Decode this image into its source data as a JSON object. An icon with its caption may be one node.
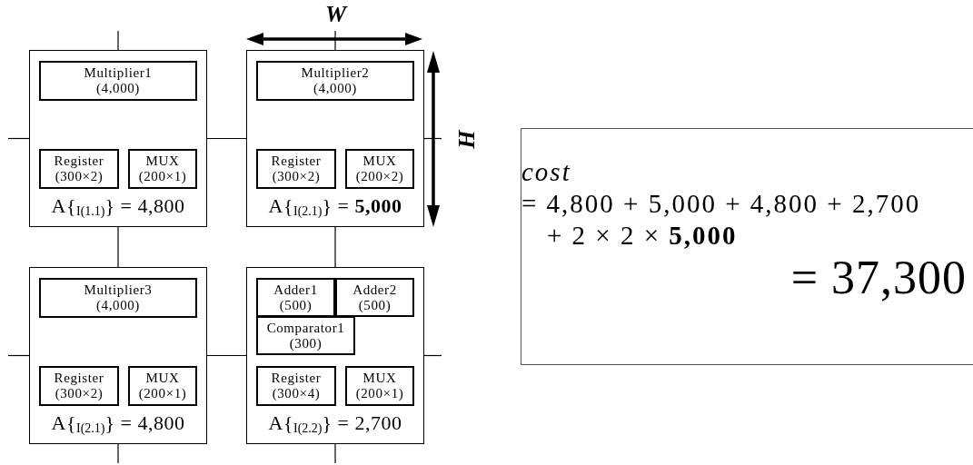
{
  "diagram": {
    "nodes": [
      {
        "text": [
          "A{$_{I(1.1)}$} = 4,800"
        ]
      },
      {
        "text": [
          "Multiplier1",
          "(4,000)"
        ],
        "in": 0
      },
      {
        "text": [
          "Register",
          "(300×2)"
        ],
        "in": 0
      },
      {
        "text": [
          "MUX",
          "(200×1)"
        ],
        "in": 0
      },
      {
        "text": [
          "A{$_{I(2.1)}$} = **5,000**"
        ]
      },
      {
        "text": [
          "Multiplier2",
          "(4,000)"
        ],
        "in": 4
      },
      {
        "text": [
          "Register",
          "(300×2)"
        ],
        "in": 4
      },
      {
        "text": [
          "MUX",
          "(200×2)"
        ],
        "in": 4
      },
      {
        "text": [
          "A{$_{I(2.1)}$} = 4,800"
        ]
      },
      {
        "text": [
          "Multiplier3",
          "(4,000)"
        ],
        "in": 8
      },
      {
        "text": [
          "Register",
          "(300×2)"
        ],
        "in": 8
      },
      {
        "text": [
          "MUX",
          "(200×1)"
        ],
        "in": 8
      },
      {
        "text": [
          "A{$_{I(2.2)}$} = 2,700"
        ]
      },
      {
        "text": [
          "Adder1",
          "(500)"
        ],
        "in": 12
      },
      {
        "text": [
          "Adder2",
          "(500)"
        ],
        "in": 12
      },
      {
        "text": [
          "Comparator1",
          "(300)"
        ],
        "in": 12
      },
      {
        "text": [
          "Register",
          "(300×4)"
        ],
        "in": 12
      },
      {
        "text": [
          "MUX",
          "(200×1)"
        ],
        "in": 12
      },
      {
        "text": [
          "cost",
          "= 4,800 + 5,000 + 4,800 + 2,700",
          "+ 2 × 2 × **5,000**",
          "= 37,300"
        ]
      }
    ],
    "edges": [
      {
        "from": 0,
        "to": 4,
        "arrow": "none"
      },
      {
        "from": 8,
        "to": 12,
        "arrow": "none"
      },
      {
        "from": 0,
        "to": 8,
        "arrow": "none"
      },
      {
        "from": 4,
        "to": 12,
        "arrow": "none"
      },
      {
        "from": null,
        "to": 0,
        "arrow": "none"
      },
      {
        "from": null,
        "to": 4,
        "arrow": "none"
      },
      {
        "from": null,
        "to": 0,
        "arrow": "none"
      },
      {
        "from": null,
        "to": 8,
        "arrow": "none"
      },
      {
        "from": null,
        "to": 4,
        "arrow": "none"
      },
      {
        "from": null,
        "to": 12,
        "arrow": "none"
      },
      {
        "from": null,
        "to": 8,
        "arrow": "none"
      },
      {
        "from": null,
        "to": 12,
        "arrow": "none"
      }
    ],
    "labels": [
      "W",
      "H"
    ]
  }
}
